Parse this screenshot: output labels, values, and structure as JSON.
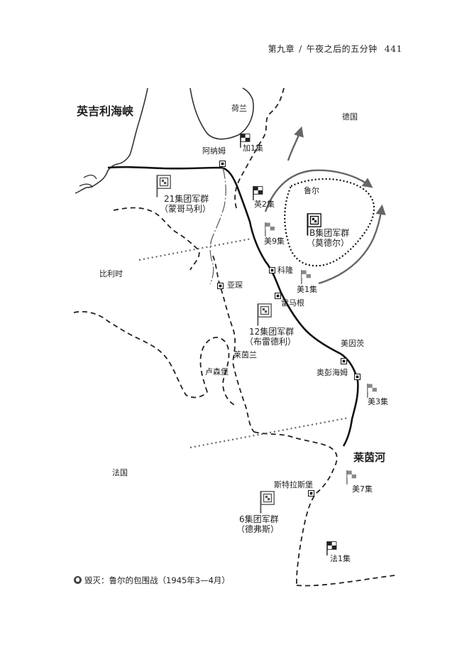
{
  "header": {
    "chapter": "第九章",
    "separator": "/",
    "title": "午夜之后的五分钟",
    "page": "441"
  },
  "labels": {
    "sea": "英吉利海峡",
    "holland": "荷兰",
    "germany": "德国",
    "belgium": "比利时",
    "france": "法国",
    "rhineland": "莱茵兰",
    "rhine": "莱茵河",
    "ruhr": "鲁尔",
    "arnhem": "阿纳姆",
    "cologne": "科隆",
    "aachen": "亚琛",
    "remagen": "雷马根",
    "mainz": "美因茨",
    "oppenheim": "奥彭海姆",
    "luxembourg": "卢森堡",
    "strasbourg": "斯特拉斯堡"
  },
  "units": {
    "can1": "加1集",
    "br2": "英2集",
    "us9": "美9集",
    "us1": "美1集",
    "us3": "美3集",
    "us7": "美7集",
    "fr1": "法1集",
    "ag21_name": "21集团军群",
    "ag21_cmd": "（蒙哥马利）",
    "agB_name": "B集团军群",
    "agB_cmd": "（莫德尔）",
    "ag12_name": "12集团军群",
    "ag12_cmd": "（布雷德利）",
    "ag6_name": "6集团军群",
    "ag6_cmd": "（德弗斯）"
  },
  "caption": "毁灭：鲁尔的包围战（1945年3—4月）"
}
